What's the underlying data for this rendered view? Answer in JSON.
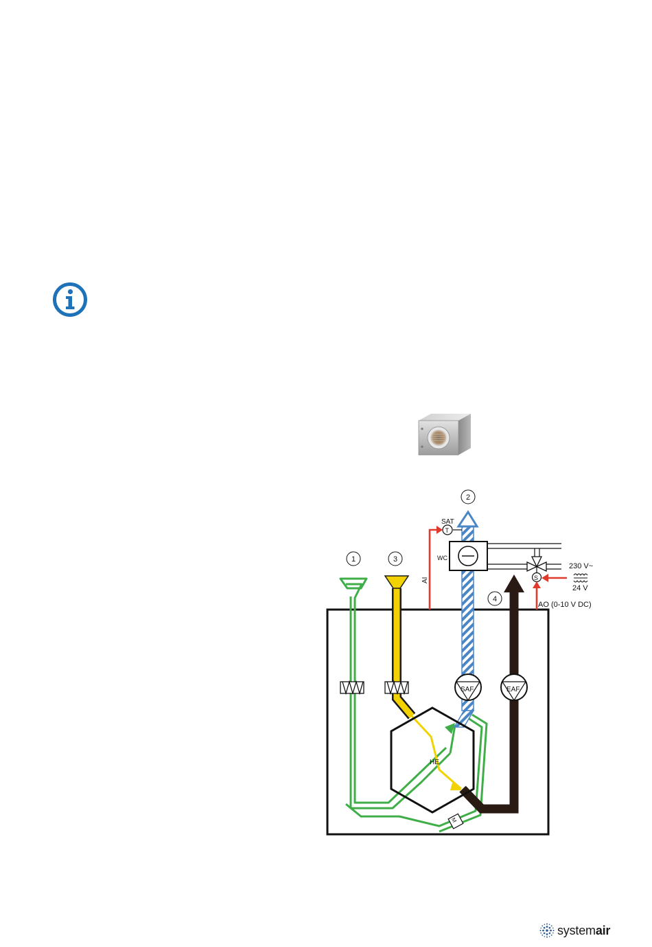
{
  "icons": {
    "info": "info-icon",
    "product": "water-coil-duct-unit-image",
    "brand": "systemair-dot-logo"
  },
  "colors": {
    "info_blue": "#1e72b8",
    "outdoor_air_green": "#3fae49",
    "extract_air_yellow": "#f2d200",
    "supply_air_blue": "#4a86c5",
    "exhaust_air_brown": "#2a1a14",
    "control_red": "#e03a2c"
  },
  "diagram": {
    "markers": {
      "outdoor_air": "1",
      "supply_air": "2",
      "extract_air": "3",
      "exhaust_air": "4"
    },
    "labels": {
      "sat": "SAT",
      "sensor": "T",
      "water_coil": "WC",
      "analog_input": "AI",
      "actuator": "S",
      "supply_voltage": "230 V~",
      "control_voltage": "24 V",
      "analog_output": "AO (0-10 V DC)",
      "supply_fan": "SAF",
      "exhaust_fan": "EAF",
      "heat_exchanger": "HE",
      "motor": "M"
    }
  },
  "brand": {
    "name_light": "system",
    "name_bold": "air"
  }
}
